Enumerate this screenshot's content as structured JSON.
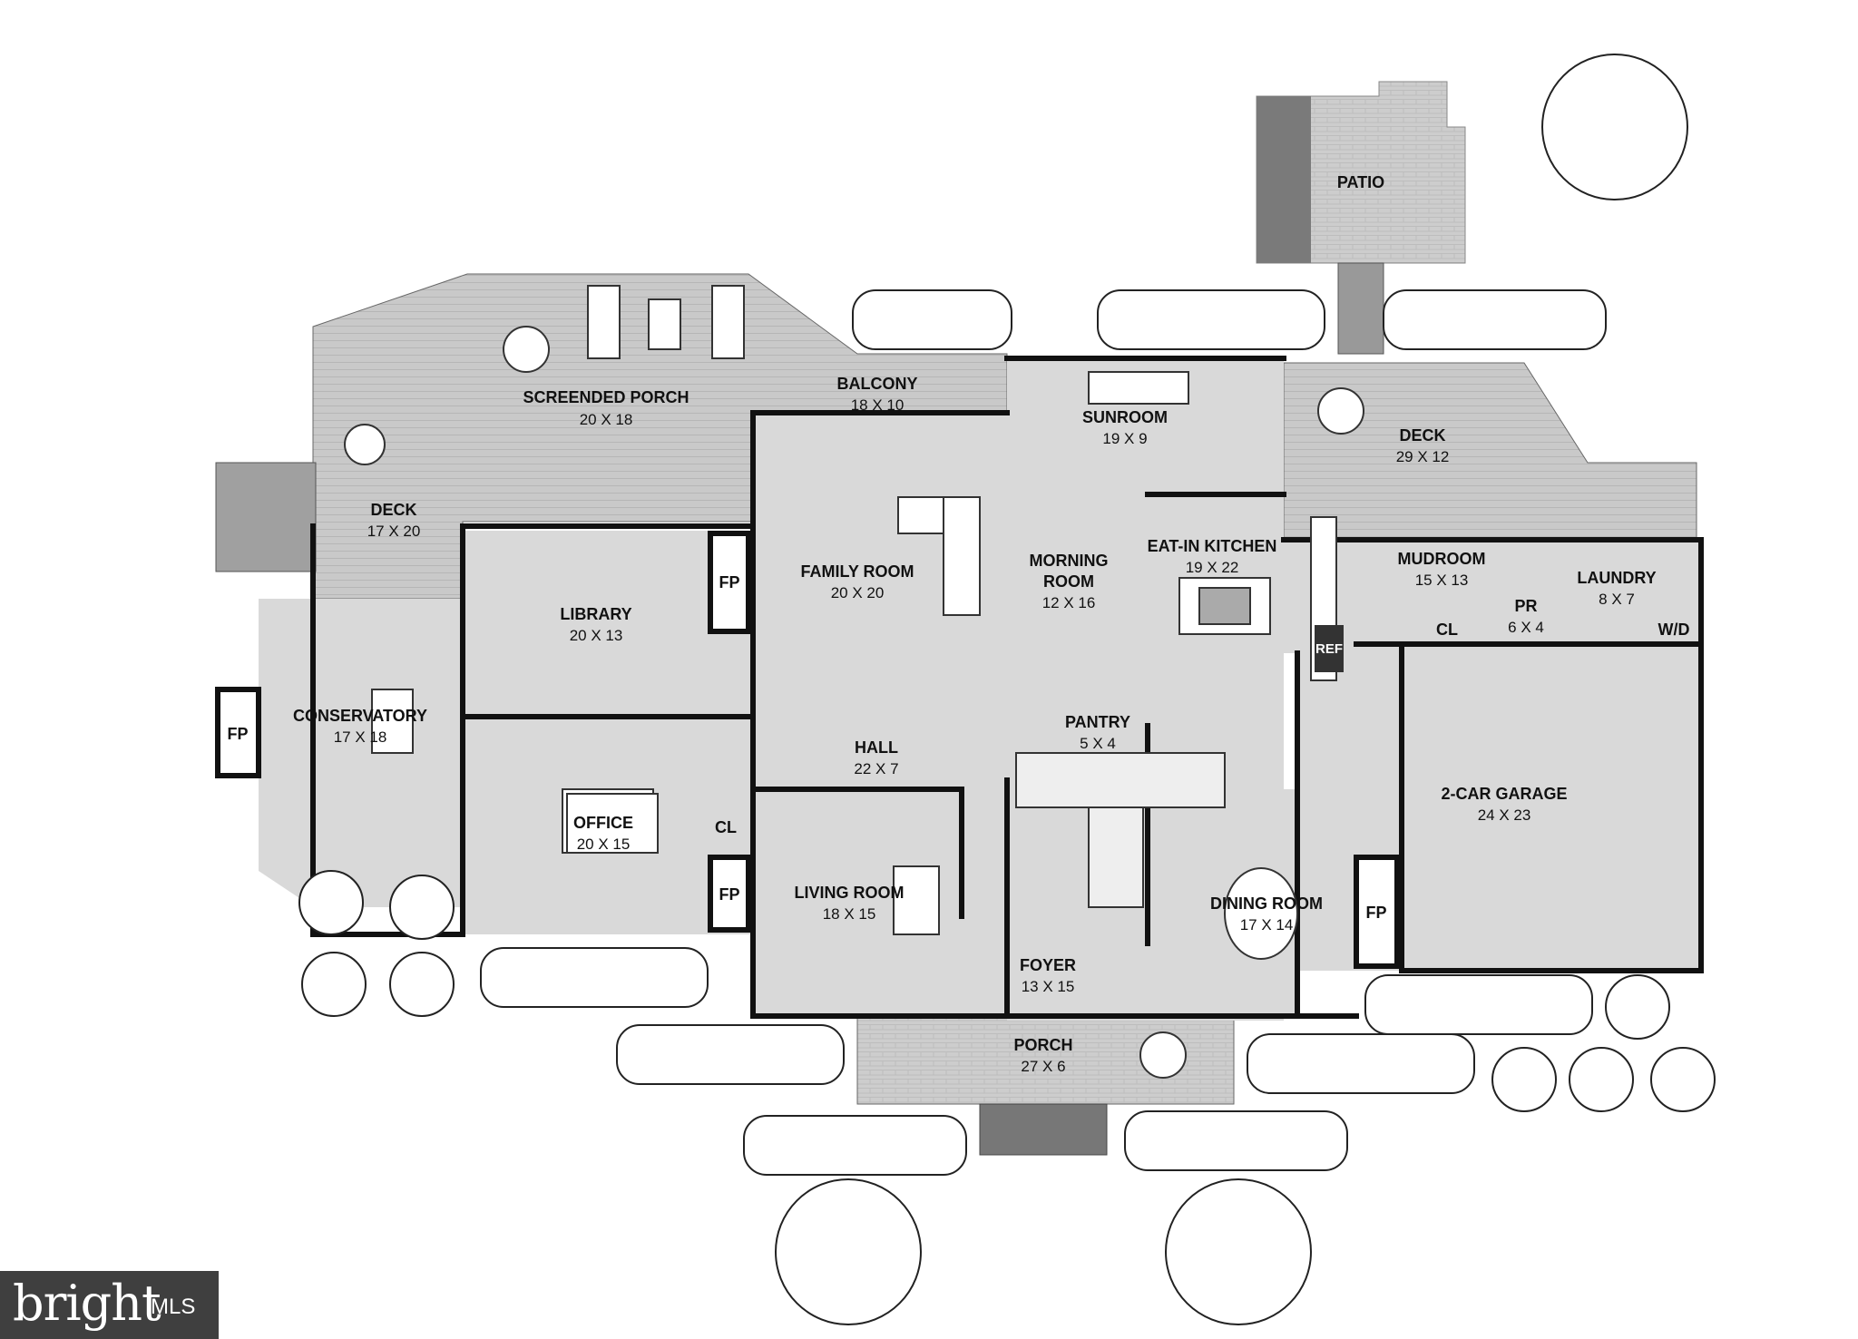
{
  "rooms": [
    {
      "id": "patio",
      "name": "PATIO",
      "dims": ""
    },
    {
      "id": "screened-porch",
      "name": "SCREENDED PORCH",
      "dims": "20 X 18"
    },
    {
      "id": "balcony",
      "name": "BALCONY",
      "dims": "18 X 10"
    },
    {
      "id": "sunroom",
      "name": "SUNROOM",
      "dims": "19 X 9"
    },
    {
      "id": "deck-right",
      "name": "DECK",
      "dims": "29 X 12"
    },
    {
      "id": "deck-left",
      "name": "DECK",
      "dims": "17 X 20"
    },
    {
      "id": "eat-in-kitchen",
      "name": "EAT-IN KITCHEN",
      "dims": "19 X 22"
    },
    {
      "id": "family-room",
      "name": "FAMILY ROOM",
      "dims": "20 X 20"
    },
    {
      "id": "morning-room-1",
      "name": "MORNING",
      "dims": ""
    },
    {
      "id": "morning-room-2",
      "name": "ROOM",
      "dims": "12 X 16"
    },
    {
      "id": "library",
      "name": "LIBRARY",
      "dims": "20 X 13"
    },
    {
      "id": "mudroom",
      "name": "MUDROOM",
      "dims": "15 X 13"
    },
    {
      "id": "laundry",
      "name": "LAUNDRY",
      "dims": "8 X 7"
    },
    {
      "id": "pr",
      "name": "PR",
      "dims": "6 X 4"
    },
    {
      "id": "conservatory",
      "name": "CONSERVATORY",
      "dims": "17 X 18"
    },
    {
      "id": "pantry",
      "name": "PANTRY",
      "dims": "5 X 4"
    },
    {
      "id": "hall",
      "name": "HALL",
      "dims": "22 X 7"
    },
    {
      "id": "garage",
      "name": "2-CAR GARAGE",
      "dims": "24 X 23"
    },
    {
      "id": "office",
      "name": "OFFICE",
      "dims": "20 X 15"
    },
    {
      "id": "living-room",
      "name": "LIVING ROOM",
      "dims": "18 X 15"
    },
    {
      "id": "dining-room",
      "name": "DINING ROOM",
      "dims": "17 X 14"
    },
    {
      "id": "foyer",
      "name": "FOYER",
      "dims": "13 X 15"
    },
    {
      "id": "porch",
      "name": "PORCH",
      "dims": "27 X 6"
    }
  ],
  "tags": {
    "fp": "FP",
    "cl": "CL",
    "ref": "REF",
    "wd": "W/D"
  },
  "watermark": {
    "brand": "bright",
    "suffix": "MLS"
  },
  "colors": {
    "floor": "#d9d9d9",
    "deck": "#c8c8c8",
    "wall": "#111111",
    "background": "#ffffff"
  }
}
